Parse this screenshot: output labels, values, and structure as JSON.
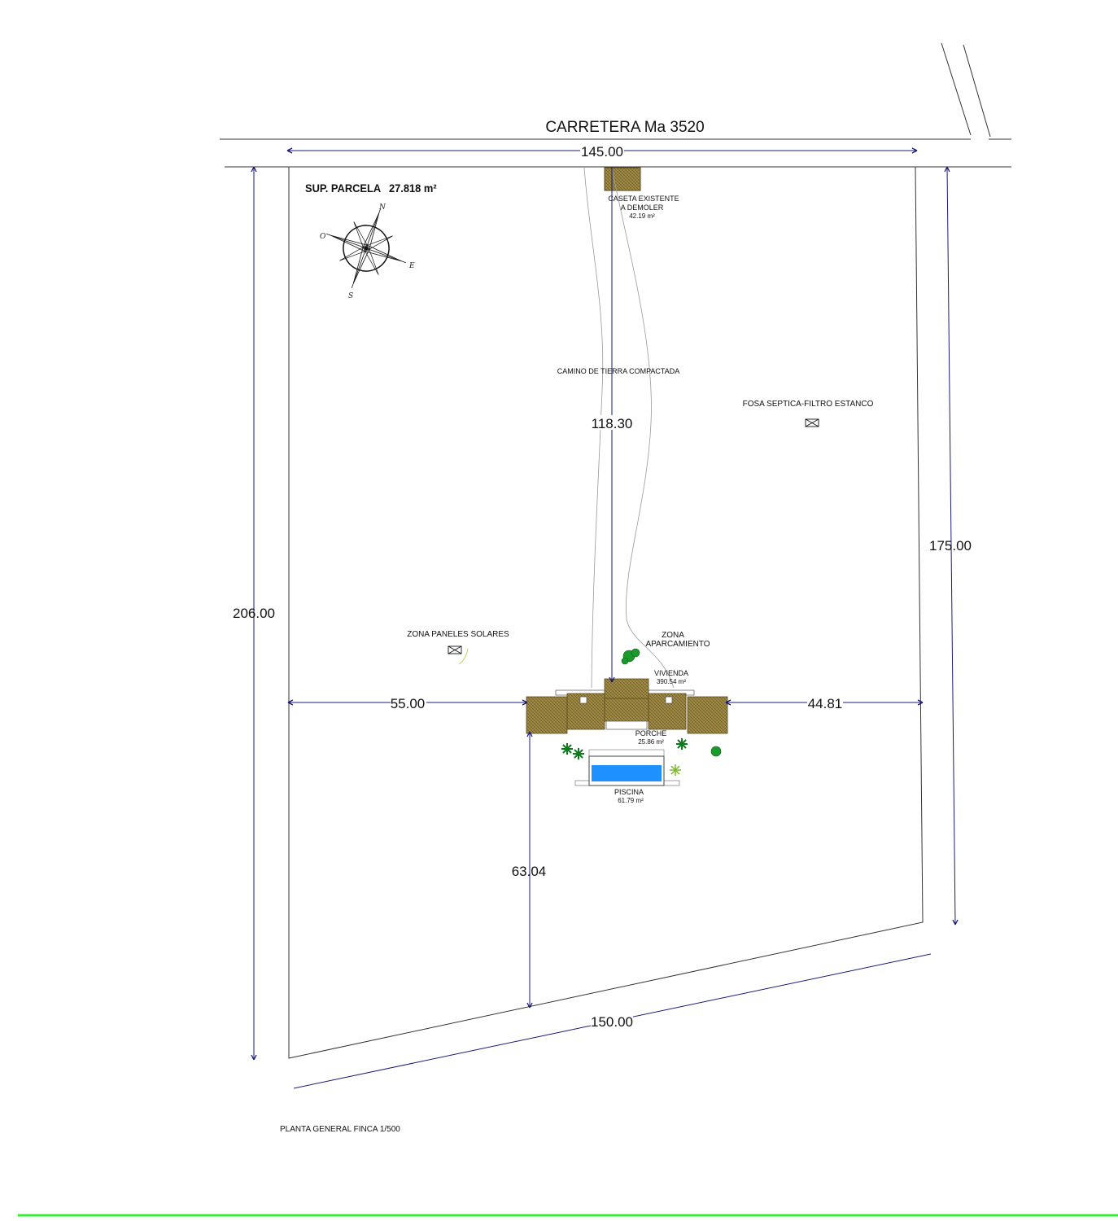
{
  "road": {
    "name": "CARRETERA Ma 3520"
  },
  "plot_area": {
    "label": "SUP. PARCELA",
    "value": "27.818 m²"
  },
  "compass": {
    "n": "N",
    "e": "E",
    "s": "S",
    "o": "O"
  },
  "dimensions": {
    "top": "145.00",
    "left": "206.00",
    "right": "175.00",
    "bottom": "150.00",
    "path": "118.30",
    "to_left": "55.00",
    "to_right": "44.81",
    "to_bottom": "63.04"
  },
  "labels": {
    "caseta_l1": "CASETA EXISTENTE",
    "caseta_l2": "A DEMOLER",
    "caseta_area": "42.19 m²",
    "camino": "CAMINO DE  TIERRA COMPACTADA",
    "fosa": "FOSA SEPTICA-FILTRO ESTANCO",
    "paneles": "ZONA PANELES SOLARES",
    "zona_l1": "ZONA",
    "zona_l2": "APARCAMIENTO",
    "vivienda": "VIVIENDA",
    "vivienda_area": "390.54 m²",
    "porche": "PORCHE",
    "porche_area": "25.86 m²",
    "piscina": "PISCINA",
    "piscina_area": "61.79 m²"
  },
  "footer": {
    "title": "PLANTA GENERAL FINCA 1/500"
  },
  "colors": {
    "dimension": "#1a1a7a",
    "roof": "#8c7a3a",
    "pool": "#1e90ff",
    "tree": "#1a9a2a",
    "footer_line": "#33ee33"
  }
}
